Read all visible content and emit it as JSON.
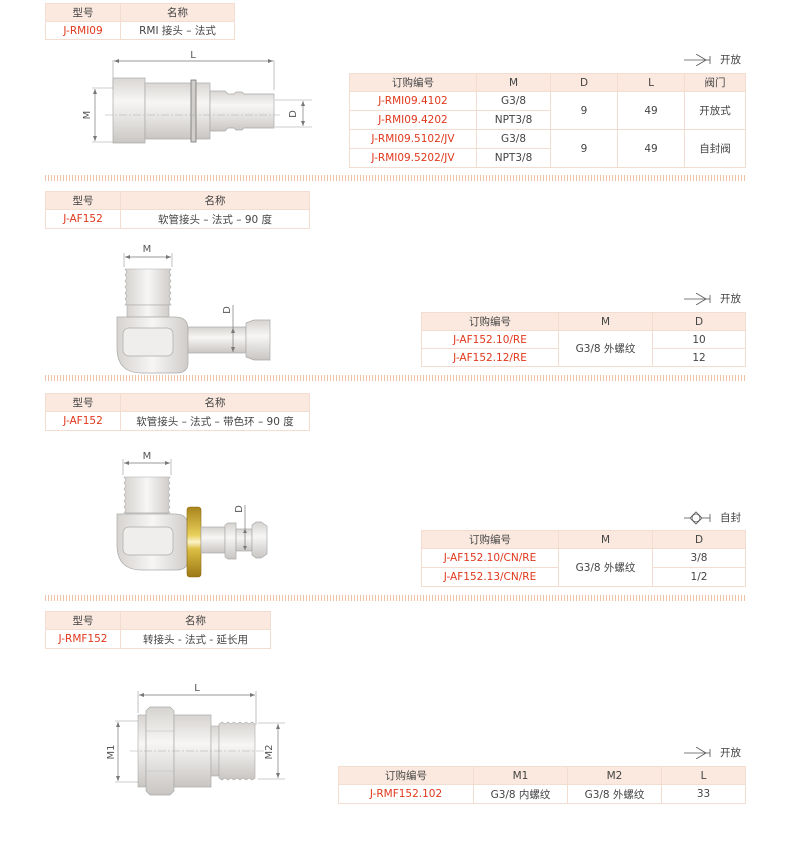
{
  "colors": {
    "accent_red": "#e0381c",
    "header_bg": "#fbe9df",
    "border": "#f3ddd0",
    "separator": "#efc2a8",
    "brass": "#c9a227"
  },
  "common": {
    "model_header": "型号",
    "name_header": "名称",
    "order_header": "订购编号"
  },
  "sections": [
    {
      "model": "J-RMI09",
      "name": "RMI 接头 – 法式",
      "drawing_labels": {
        "L": "L",
        "M": "M",
        "D": "D"
      },
      "legend": {
        "icon": "open-valve-icon",
        "label": "开放"
      },
      "table": {
        "headers": [
          "订购编号",
          "M",
          "D",
          "L",
          "阀门"
        ],
        "rows": [
          {
            "order": "J-RMI09.4102",
            "M": "G3/8"
          },
          {
            "order": "J-RMI09.4202",
            "M": "NPT3/8"
          },
          {
            "order": "J-RMI09.5102/JV",
            "M": "G3/8"
          },
          {
            "order": "J-RMI09.5202/JV",
            "M": "NPT3/8"
          }
        ],
        "groups": [
          {
            "D": "9",
            "L": "49",
            "valve": "开放式"
          },
          {
            "D": "9",
            "L": "49",
            "valve": "自封阀"
          }
        ]
      }
    },
    {
      "model": "J-AF152",
      "name": "软管接头 – 法式 – 90 度",
      "drawing_labels": {
        "M": "M",
        "D": "D"
      },
      "legend": {
        "icon": "open-valve-icon",
        "label": "开放"
      },
      "table": {
        "headers": [
          "订购编号",
          "M",
          "D"
        ],
        "rows": [
          {
            "order": "J-AF152.10/RE",
            "D": "10"
          },
          {
            "order": "J-AF152.12/RE",
            "D": "12"
          }
        ],
        "M_merged": "G3/8 外螺纹"
      }
    },
    {
      "model": "J-AF152",
      "name": "软管接头 – 法式 – 带色环 – 90 度",
      "drawing_labels": {
        "M": "M",
        "D": "D"
      },
      "legend": {
        "icon": "self-seal-valve-icon",
        "label": "自封"
      },
      "table": {
        "headers": [
          "订购编号",
          "M",
          "D"
        ],
        "rows": [
          {
            "order": "J-AF152.10/CN/RE",
            "D": "3/8"
          },
          {
            "order": "J-AF152.13/CN/RE",
            "D": "1/2"
          }
        ],
        "M_merged": "G3/8 外螺纹"
      }
    },
    {
      "model": "J-RMF152",
      "name": "转接头 - 法式 - 延长用",
      "drawing_labels": {
        "L": "L",
        "M1": "M1",
        "M2": "M2"
      },
      "legend": {
        "icon": "open-valve-icon",
        "label": "开放"
      },
      "table": {
        "headers": [
          "订购编号",
          "M1",
          "M2",
          "L"
        ],
        "rows": [
          {
            "order": "J-RMF152.102",
            "M1": "G3/8 内螺纹",
            "M2": "G3/8 外螺纹",
            "L": "33"
          }
        ]
      }
    }
  ]
}
